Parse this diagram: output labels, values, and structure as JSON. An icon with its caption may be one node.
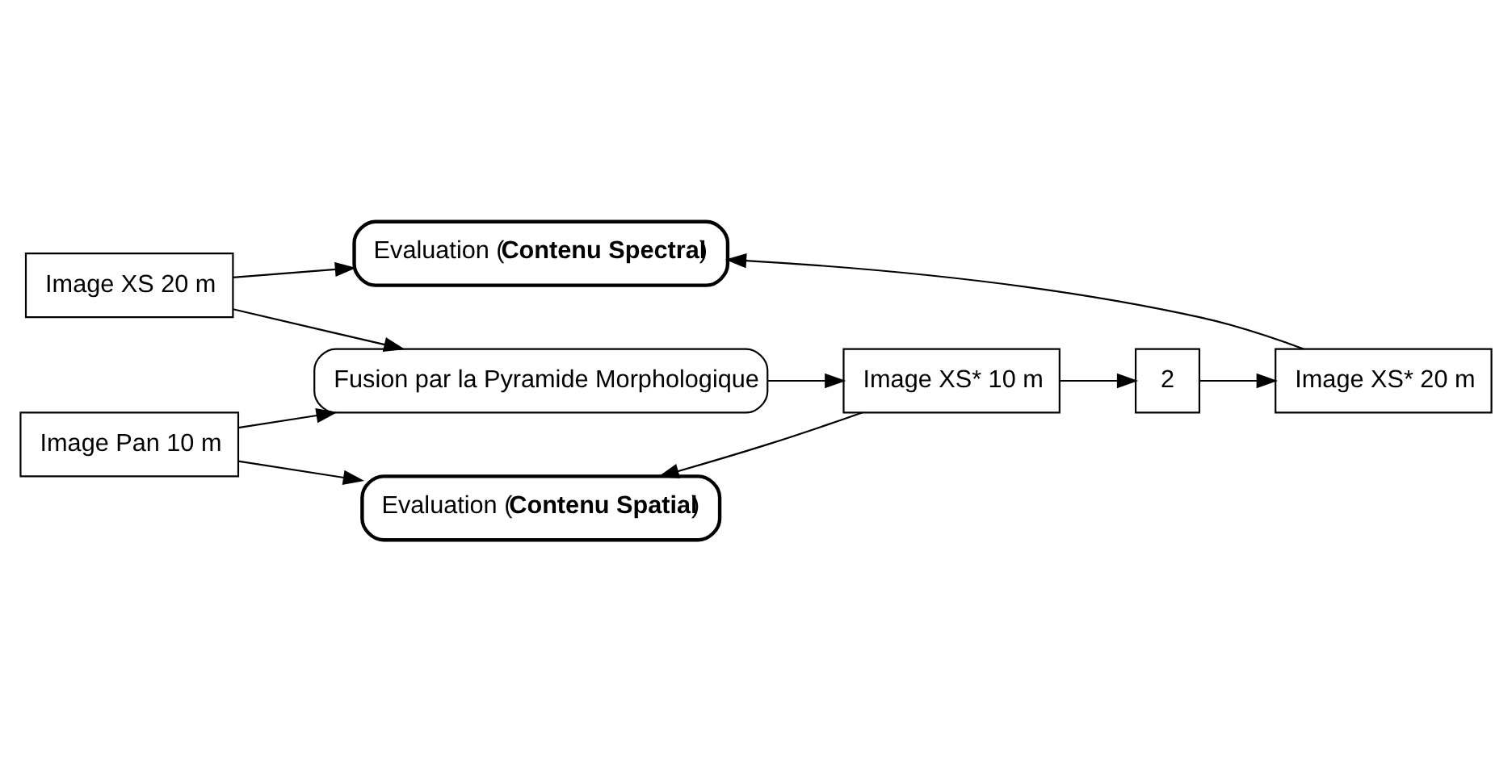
{
  "diagram": {
    "nodes": [
      {
        "text": [
          "Evaluation (**Contenu Spectral**)"
        ]
      },
      {
        "text": [
          "Image XS 20 m"
        ]
      },
      {
        "text": [
          "Fusion par la Pyramide Morphologique"
        ]
      },
      {
        "text": [
          "Image Pan 10 m"
        ]
      },
      {
        "text": [
          "Image XS* 10 m"
        ]
      },
      {
        "text": [
          "2"
        ]
      },
      {
        "text": [
          "Image XS* 20 m"
        ]
      },
      {
        "text": [
          "Evaluation (**Contenu Spatial**)"
        ]
      }
    ],
    "edges": [
      {
        "from": 1,
        "to": 0,
        "arrow": "to"
      },
      {
        "from": 6,
        "to": 0,
        "arrow": "to"
      },
      {
        "from": 1,
        "to": 2,
        "arrow": "to"
      },
      {
        "from": 3,
        "to": 2,
        "arrow": "to"
      },
      {
        "from": 2,
        "to": 4,
        "arrow": "to"
      },
      {
        "from": 4,
        "to": 5,
        "arrow": "to"
      },
      {
        "from": 5,
        "to": 6,
        "arrow": "to"
      },
      {
        "from": 3,
        "to": 7,
        "arrow": "to"
      },
      {
        "from": 4,
        "to": 7,
        "arrow": "to"
      }
    ]
  }
}
